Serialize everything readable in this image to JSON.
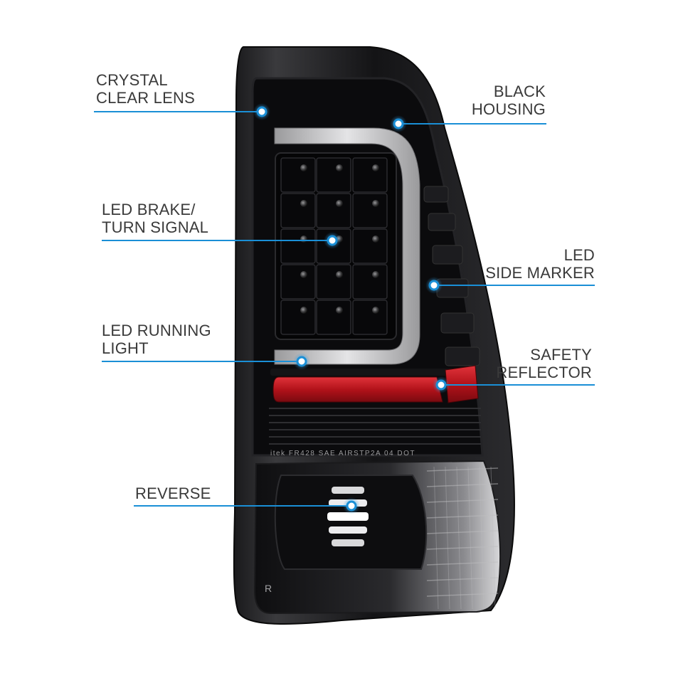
{
  "callouts": {
    "crystal_clear_lens": "CRYSTAL\nCLEAR LENS",
    "black_housing": "BLACK\nHOUSING",
    "led_brake_turn": "LED  BRAKE/\nTURN SIGNAL",
    "led_side_marker": "LED\nSIDE MARKER",
    "led_running_light": "LED RUNNING\nLIGHT",
    "safety_reflector": "SAFETY\nREFLECTOR",
    "reverse": "REVERSE"
  },
  "lens_markings": {
    "dot_code": "itek FR428 SAE AIRSTP2A 04 DOT",
    "r_mark": "R"
  },
  "colors": {
    "callout_line": "#1a8fd6",
    "dot_fill": "#ffffff",
    "housing": "#0b0b0d",
    "reflector": "#c0151c",
    "light_bar": "#c9c9c9",
    "text": "#3a3a3a"
  }
}
